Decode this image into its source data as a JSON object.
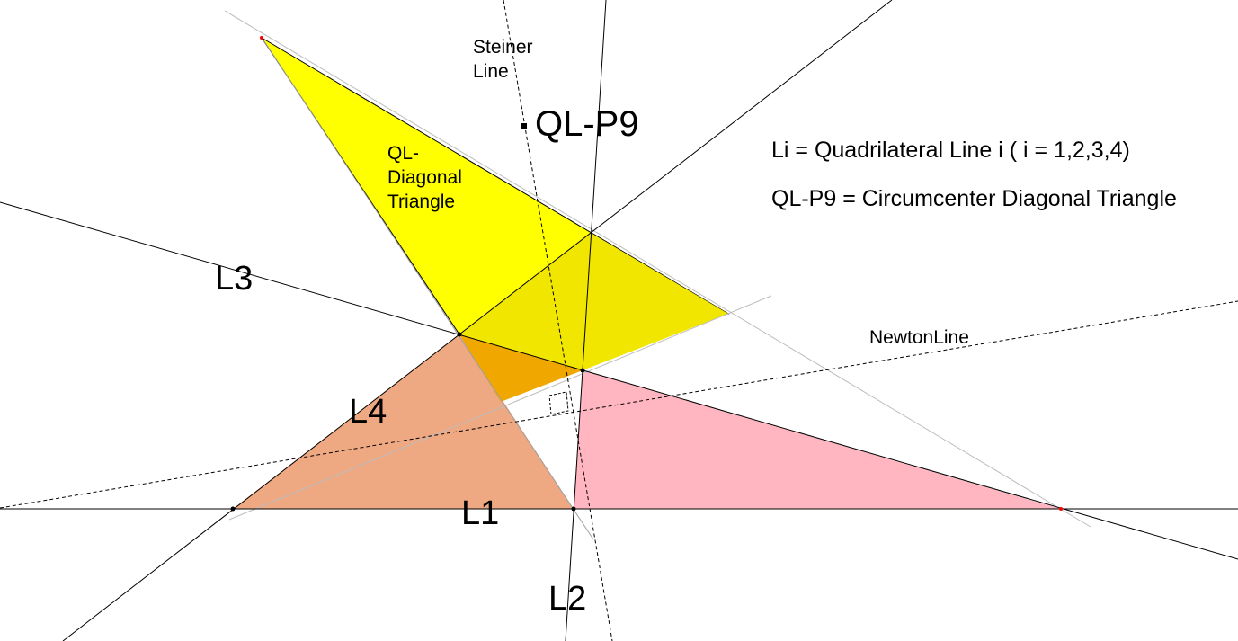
{
  "colors": {
    "background": "#ffffff",
    "diagonal_triangle_fill": "#ffff00",
    "left_triangle_fill": "#eea882",
    "right_triangle_fill": "#ffb6c1",
    "overlap_fill_yellow_orange": "#f2e60a",
    "overlap_fill_orange": "#f0a800",
    "line_color": "#000000",
    "thin_line_color": "#c0c0c0",
    "point_color": "#000000",
    "vertex_red": "#ff0000"
  },
  "labels": {
    "steiner_line": [
      "Steiner",
      "Line"
    ],
    "ql_p9": "QL-P9",
    "diagonal_triangle": [
      "QL-",
      "Diagonal",
      "Triangle"
    ],
    "newton_line": "NewtonLine",
    "l1": "L1",
    "l2": "L2",
    "l3": "L3",
    "l4": "L4"
  },
  "legend": {
    "line1": "Li = Quadrilateral Line i ( i = 1,2,3,4)",
    "line2": "QL-P9 = Circumcenter Diagonal Triangle"
  }
}
